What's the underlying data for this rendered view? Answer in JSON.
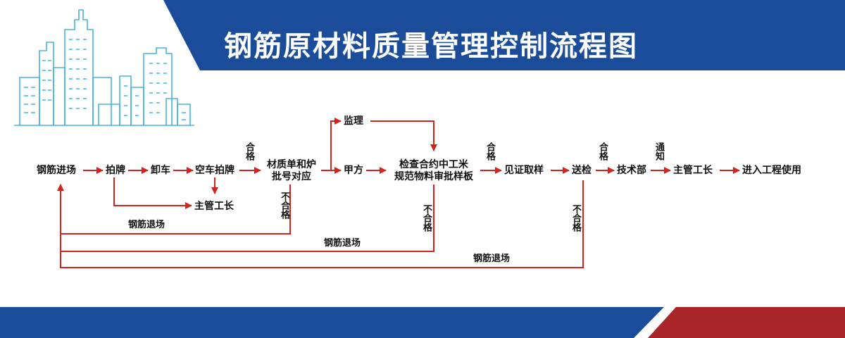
{
  "title": "钢筋原材料质量管理控制流程图",
  "colors": {
    "banner_blue": "#1a4c99",
    "banner_red": "#a8262a",
    "arrow_red": "#d2231f",
    "skyline_blue": "#46b2e0"
  },
  "nodes": {
    "start": "钢筋进场",
    "pai": "拍牌",
    "xie": "卸车",
    "kong": "空车拍牌",
    "cert_line1": "材质单和炉",
    "cert_line2": "批号对应",
    "jia": "甲方",
    "jianli": "监理",
    "check_line1": "检查合约中工米",
    "check_line2": "规范物料审批样板",
    "sample": "见证取样",
    "song": "送检",
    "tech": "技术部",
    "sup_bottom": "主管工长",
    "sup_main": "主管工长",
    "use": "进入工程使用"
  },
  "labels": {
    "pass1": "合格",
    "pass2": "合格",
    "pass3": "合格",
    "notify": "通知",
    "fail1": "不合格",
    "fail2": "不合格",
    "fail3": "不合格",
    "return1": "钢筋退场",
    "return2": "钢筋退场",
    "return3": "钢筋退场"
  }
}
